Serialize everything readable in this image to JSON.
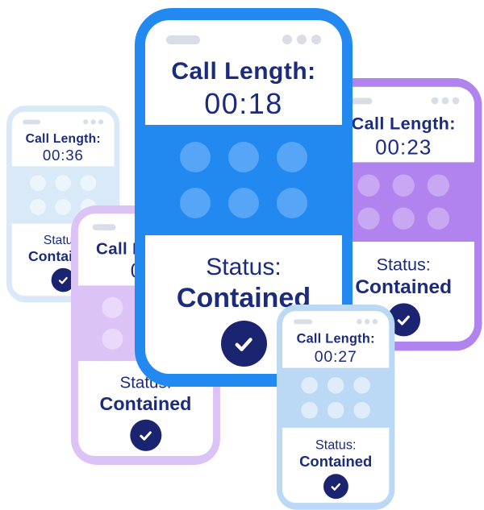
{
  "illustration": {
    "description_fields": null,
    "background_color": "#ffffff"
  },
  "colors": {
    "navy_text": "#1B2B7D",
    "check_circle": "#1B2470",
    "hardware_gray": "#D8DDE6",
    "screen_white": "#ffffff"
  },
  "phones": [
    {
      "id": "center",
      "call_label": "Call Length:",
      "call_time": "00:18",
      "status_label": "Status:",
      "status_value": "Contained",
      "body_color": "#2289F0",
      "keypad_dot_color": "#57A5F6"
    },
    {
      "id": "left",
      "call_label": "Call Length:",
      "call_time": "00:36",
      "status_label": "Status:",
      "status_value": "Contained",
      "body_color": "#D9E9F8",
      "keypad_dot_color": "#EDF5FC"
    },
    {
      "id": "bottom-left",
      "call_label": "Call Length:",
      "call_time": "00:",
      "status_label": "Status:",
      "status_value": "Contained",
      "body_color": "#DCC3F5",
      "keypad_dot_color": "#EAD9FA"
    },
    {
      "id": "right",
      "call_label": "Call Length:",
      "call_time": "00:23",
      "status_label": "Status:",
      "status_value": "Contained",
      "body_color": "#B083EE",
      "keypad_dot_color": "#C8A8F2"
    },
    {
      "id": "bottom-right",
      "call_label": "Call Length:",
      "call_time": "00:27",
      "status_label": "Status:",
      "status_value": "Contained",
      "body_color": "#BBD8F5",
      "keypad_dot_color": "#DFEDFB"
    }
  ]
}
